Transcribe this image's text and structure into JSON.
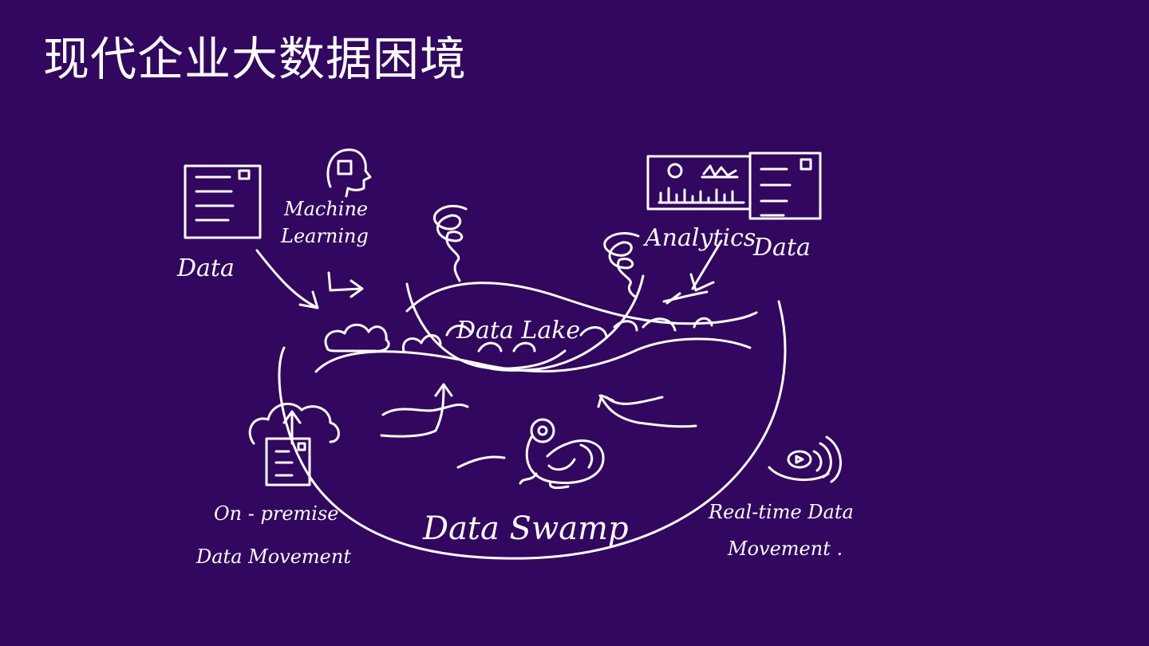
{
  "slide": {
    "title": "现代企业大数据困境"
  },
  "diagram": {
    "labels": {
      "data_left": "Data",
      "machine_learning_1": "Machine",
      "machine_learning_2": "Learning",
      "analytics": "Analytics",
      "data_right": "Data",
      "data_lake": "Data Lake",
      "data_swamp": "Data Swamp",
      "on_premise_1": "On - premise",
      "on_premise_2": "Data Movement",
      "realtime_1": "Real-time Data",
      "realtime_2": "Movement ."
    }
  }
}
